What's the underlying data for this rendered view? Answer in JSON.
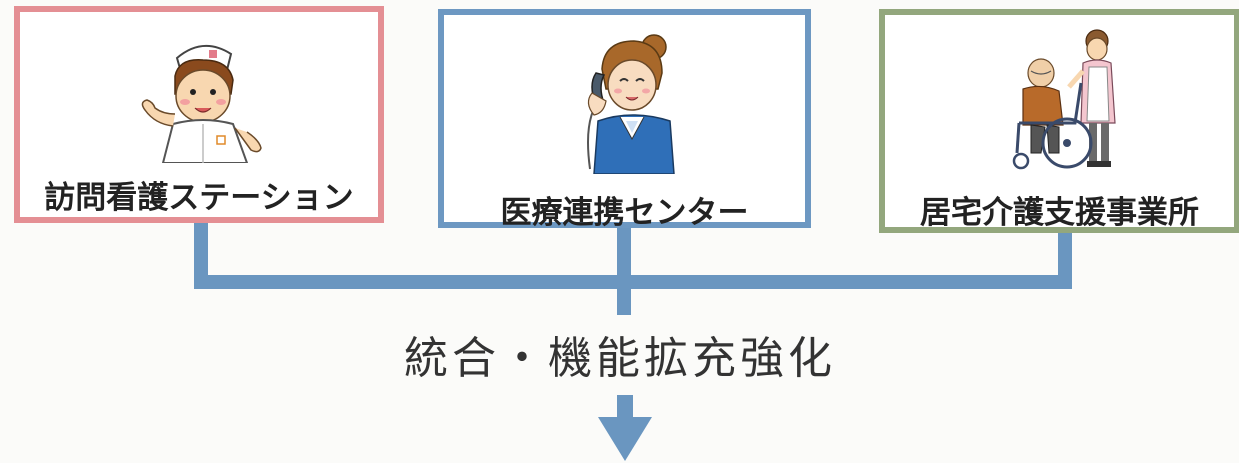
{
  "nodes": {
    "nurse_station": {
      "label": "訪問看護ステーション",
      "border_color": "#e48f94",
      "icon": "nurse-icon"
    },
    "coordination_center": {
      "label": "医療連携センター",
      "border_color": "#6d98c2",
      "icon": "telephone-operator-icon"
    },
    "care_office": {
      "label": "居宅介護支援事業所",
      "border_color": "#93a77d",
      "icon": "wheelchair-caregiver-icon"
    }
  },
  "result": {
    "label": "統合・機能拡充強化"
  },
  "connector_color": "#6a96c0"
}
